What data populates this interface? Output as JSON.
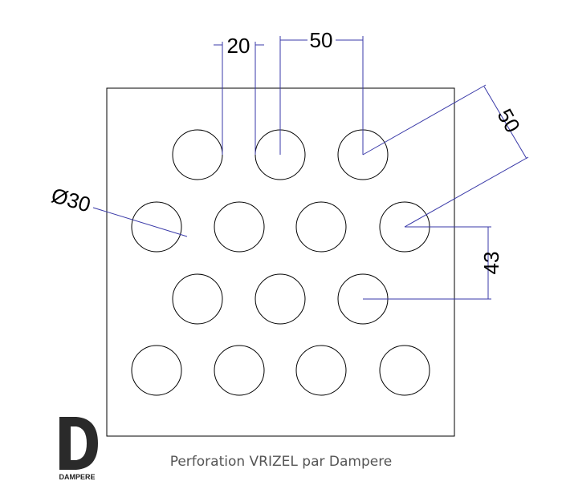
{
  "title": "Perforation VRIZEL par Dampere",
  "logo": {
    "letter": "D",
    "brand": "DAMPERE"
  },
  "dimensions": {
    "gap": "20",
    "pitch_horizontal": "50",
    "pitch_diagonal": "50",
    "diameter": "Ø30",
    "pitch_vertical": "43"
  },
  "colors": {
    "dimension": "#3a3aa8",
    "outline": "#000000"
  }
}
